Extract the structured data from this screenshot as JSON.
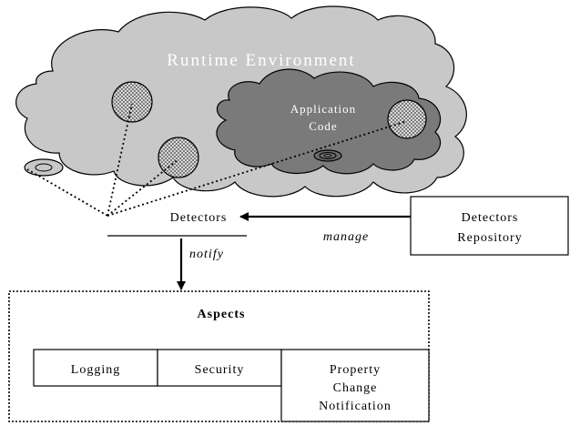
{
  "runtime_environment": {
    "label": "Runtime Environment"
  },
  "application_code": {
    "label_line1": "Application",
    "label_line2": "Code"
  },
  "detectors": {
    "label": "Detectors"
  },
  "detectors_repository": {
    "label_line1": "Detectors",
    "label_line2": "Repository"
  },
  "edges": {
    "manage_label": "manage",
    "notify_label": "notify"
  },
  "aspects": {
    "title": "Aspects",
    "logging_label": "Logging",
    "security_label": "Security",
    "property_change_line1": "Property",
    "property_change_line2": "Change",
    "property_change_line3": "Notification"
  },
  "colors": {
    "runtime_cloud": "#c8c8c8",
    "application_cloud": "#7a7a7a",
    "runtime_text": "#ffffff",
    "stroke": "#000000"
  }
}
